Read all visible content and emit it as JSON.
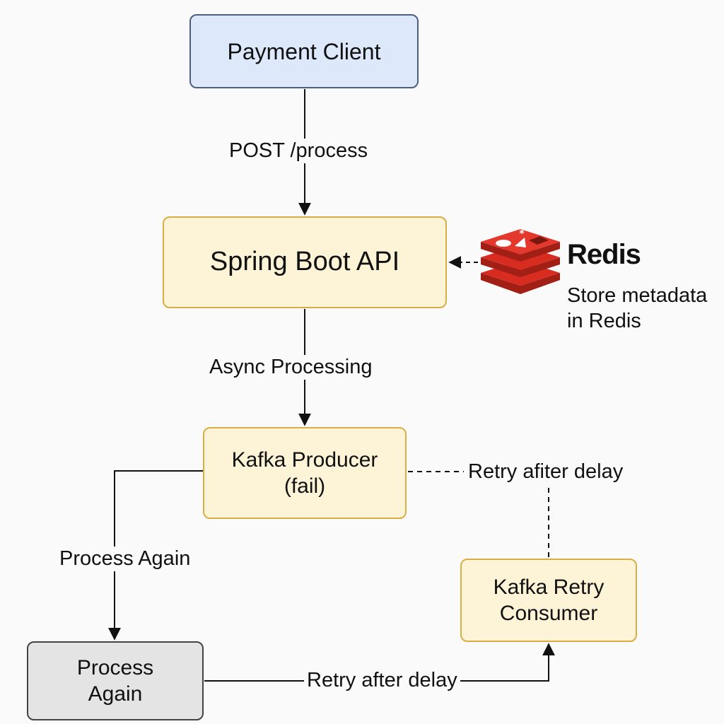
{
  "nodes": {
    "client": {
      "label": "Payment Client",
      "fill": "#dde9fa",
      "stroke": "#4d5f80"
    },
    "api": {
      "label": "Spring Boot API",
      "fill": "#fdf3d7",
      "stroke": "#d8ae45"
    },
    "producer": {
      "line1": "Kafka Producer",
      "line2": "(fail)",
      "fill": "#fdf3d7",
      "stroke": "#d8ae45"
    },
    "retry_consumer": {
      "line1": "Kafka Retry",
      "line2": "Consumer",
      "fill": "#fdf3d7",
      "stroke": "#d8ae45"
    },
    "process_again": {
      "line1": "Process",
      "line2": "Again",
      "fill": "#e4e4e4",
      "stroke": "#444444"
    }
  },
  "edges": {
    "client_to_api": "POST /process",
    "api_to_producer": "Async Processing",
    "producer_to_retry": "Retry afiter delay",
    "producer_to_process": "Process Again",
    "process_to_consumer": "Retry after delay"
  },
  "redis": {
    "name": "Redis",
    "note_line1": "Store metadata",
    "note_line2": "in Redis",
    "brand_color": "#d82c20",
    "icon": "redis-logo-icon"
  }
}
